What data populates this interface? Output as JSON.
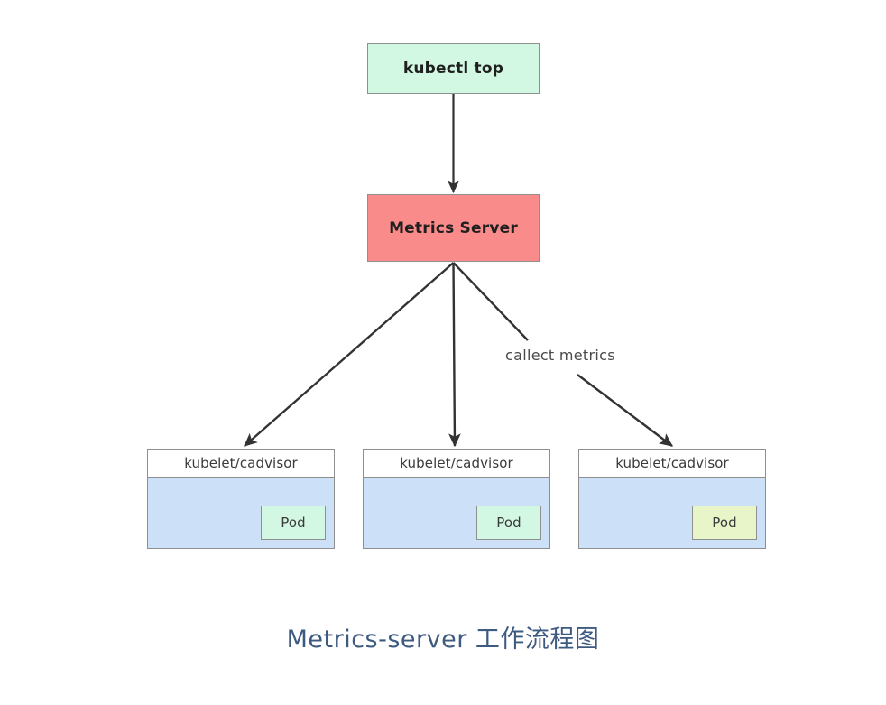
{
  "diagram": {
    "caption": "Metrics-server 工作流程图",
    "colors": {
      "background": "#ffffff",
      "box_border": "#8f8f8f",
      "kubectl_fill": "#d2f7e2",
      "metrics_server_fill": "#f98b8b",
      "node_body_fill": "#cce0f8",
      "node_header_fill": "#ffffff",
      "pod_fill_green": "#d2f7e2",
      "pod_fill_yellow_green": "#e8f5c8",
      "arrow_stroke": "#333333",
      "caption_color": "#3d5a80"
    },
    "nodes": {
      "kubectl": {
        "label": "kubectl top"
      },
      "metrics_server": {
        "label": "Metrics Server"
      }
    },
    "node_cards": [
      {
        "header": "kubelet/cadvisor",
        "pod_label": "Pod",
        "pod_color": "#d2f7e2"
      },
      {
        "header": "kubelet/cadvisor",
        "pod_label": "Pod",
        "pod_color": "#d2f7e2"
      },
      {
        "header": "kubelet/cadvisor",
        "pod_label": "Pod",
        "pod_color": "#e8f5c8"
      }
    ],
    "edges": [
      {
        "from": "kubectl top",
        "to": "Metrics Server",
        "label": "",
        "style": "solid-arrow"
      },
      {
        "from": "Metrics Server",
        "to": "kubelet/cadvisor (left)",
        "label": "",
        "style": "solid-arrow"
      },
      {
        "from": "Metrics Server",
        "to": "kubelet/cadvisor (middle)",
        "label": "",
        "style": "solid-arrow"
      },
      {
        "from": "Metrics Server",
        "to": "kubelet/cadvisor (right)",
        "label": "callect metrics",
        "style": "solid-arrow"
      }
    ],
    "edge_label": "callect metrics"
  }
}
